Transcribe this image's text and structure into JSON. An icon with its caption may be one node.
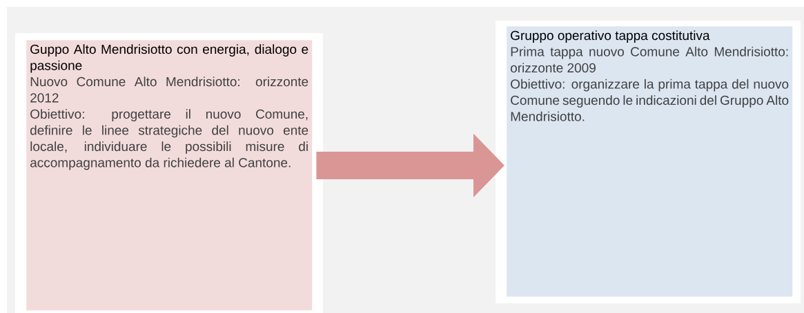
{
  "diagram": {
    "nodes": [
      {
        "text": [
          "Guppo Alto Mendrisiotto con energia, dialogo e passione",
          "Nuovo Comune Alto Mendrisiotto: orizzonte 2012",
          "Obiettivo: progettare il nuovo Comune, definire le linee strategiche del nuovo ente locale, individuare le possibili misure di accompagnamento da richiedere al Cantone."
        ]
      },
      {
        "text": [
          "Gruppo operativo tappa costitutiva",
          "Prima tappa nuovo Comune Alto Mendrisiotto: orizzonte 2009",
          "Obiettivo: organizzare la prima tappa del nuovo Comune seguendo le indicazioni del Gruppo Alto Mendrisiotto."
        ]
      }
    ],
    "edges": [
      {
        "from": 0,
        "to": 1,
        "arrow": "to"
      }
    ]
  }
}
